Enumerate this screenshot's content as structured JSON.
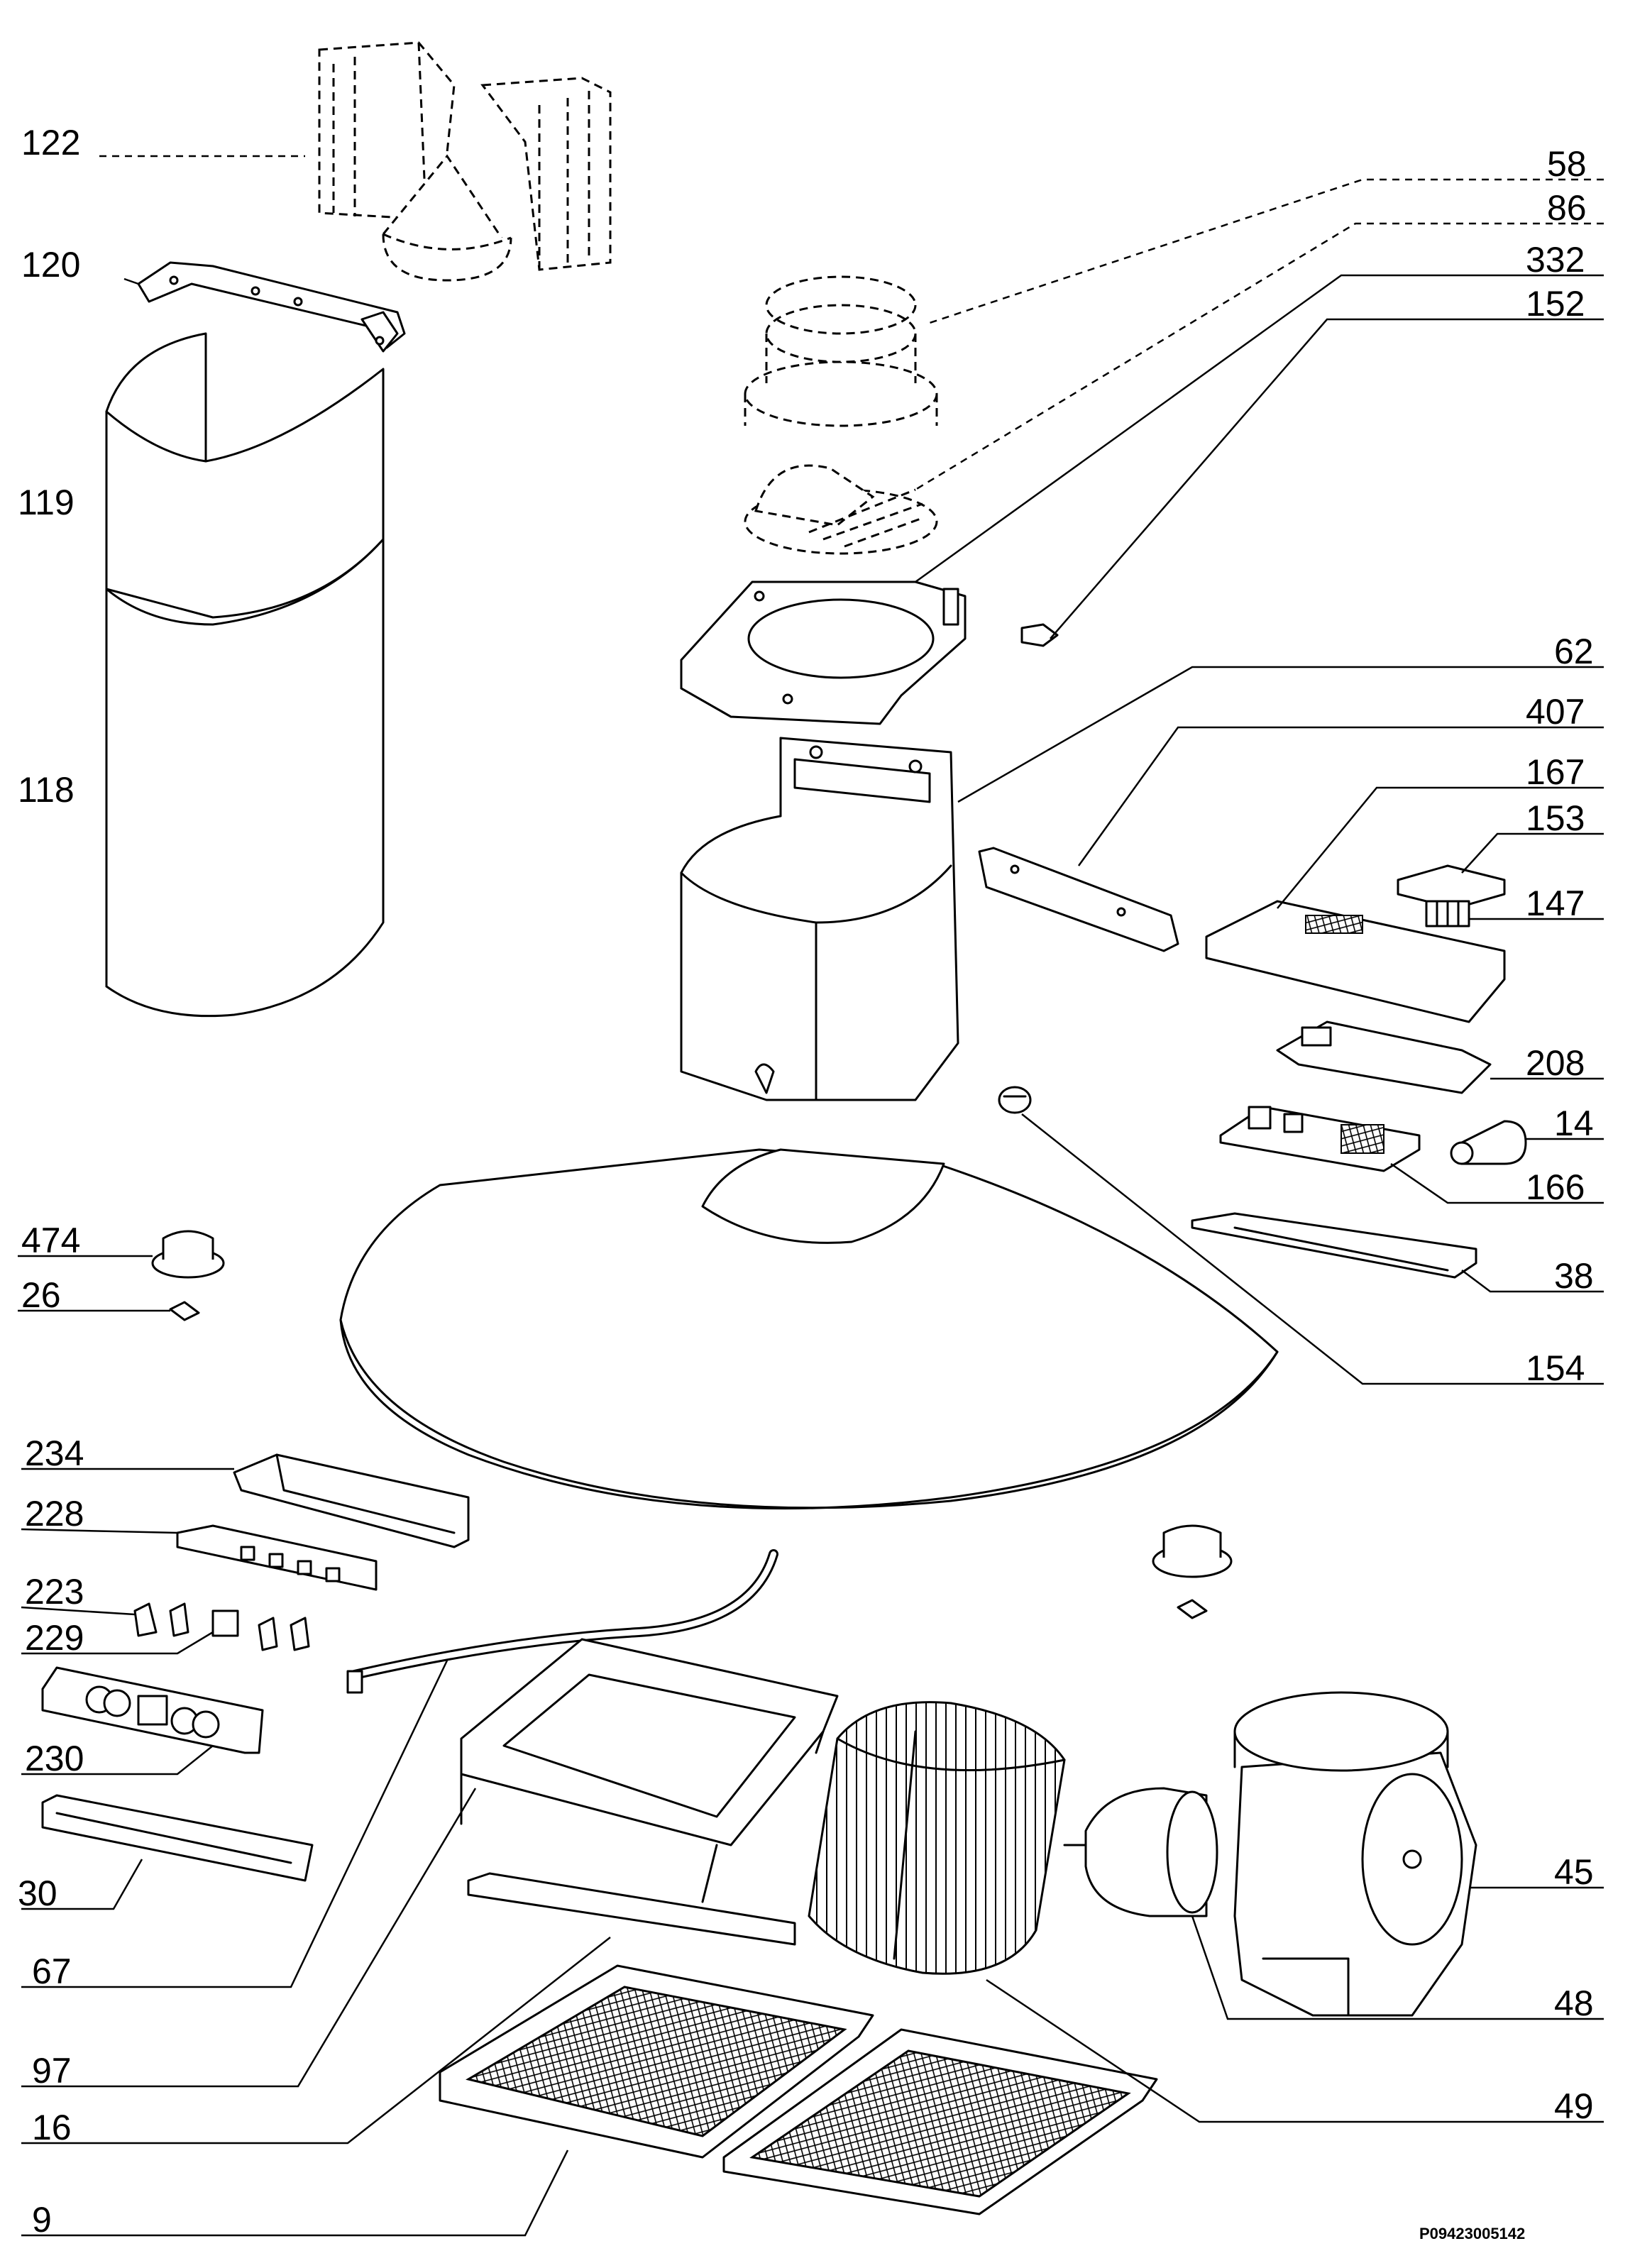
{
  "diagram": {
    "drawing_code": "P09423005142",
    "labels": [
      {
        "id": "122",
        "text": "122"
      },
      {
        "id": "120",
        "text": "120"
      },
      {
        "id": "119",
        "text": "119"
      },
      {
        "id": "118",
        "text": "118"
      },
      {
        "id": "58",
        "text": "58"
      },
      {
        "id": "86",
        "text": "86"
      },
      {
        "id": "332",
        "text": "332"
      },
      {
        "id": "152",
        "text": "152"
      },
      {
        "id": "62",
        "text": "62"
      },
      {
        "id": "407",
        "text": "407"
      },
      {
        "id": "167",
        "text": "167"
      },
      {
        "id": "153",
        "text": "153"
      },
      {
        "id": "147",
        "text": "147"
      },
      {
        "id": "208",
        "text": "208"
      },
      {
        "id": "14",
        "text": "14"
      },
      {
        "id": "166",
        "text": "166"
      },
      {
        "id": "38",
        "text": "38"
      },
      {
        "id": "154",
        "text": "154"
      },
      {
        "id": "474",
        "text": "474"
      },
      {
        "id": "26",
        "text": "26"
      },
      {
        "id": "234",
        "text": "234"
      },
      {
        "id": "228",
        "text": "228"
      },
      {
        "id": "223",
        "text": "223"
      },
      {
        "id": "229",
        "text": "229"
      },
      {
        "id": "230",
        "text": "230"
      },
      {
        "id": "30",
        "text": "30"
      },
      {
        "id": "67",
        "text": "67"
      },
      {
        "id": "97",
        "text": "97"
      },
      {
        "id": "16",
        "text": "16"
      },
      {
        "id": "9",
        "text": "9"
      },
      {
        "id": "45",
        "text": "45"
      },
      {
        "id": "48",
        "text": "48"
      },
      {
        "id": "49",
        "text": "49"
      }
    ]
  }
}
